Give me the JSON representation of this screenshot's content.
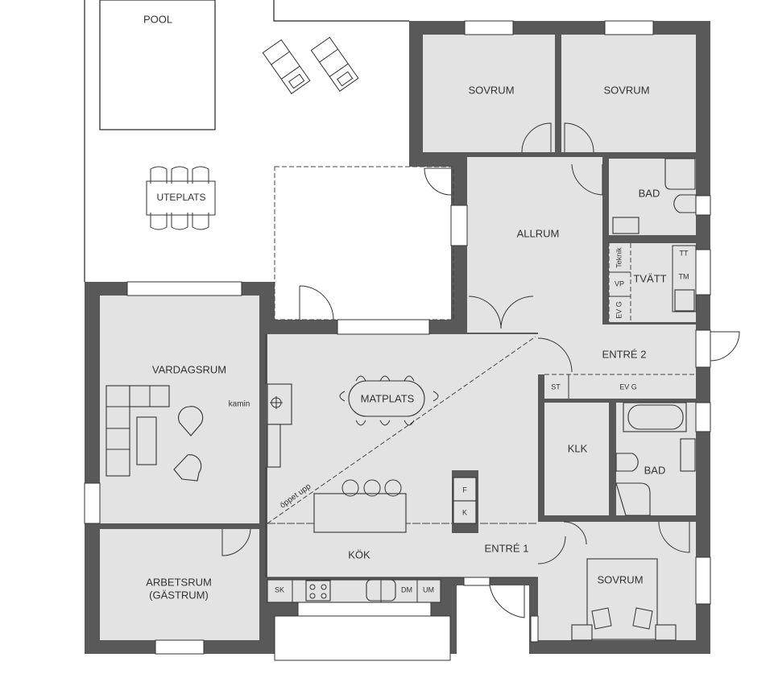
{
  "plan": {
    "colors": {
      "wall": "#595959",
      "floor": "#e3e3e3",
      "outdoor": "#ffffff",
      "text": "#333333"
    },
    "rooms": {
      "pool": "POOL",
      "uteplats": "UTEPLATS",
      "sovrum_1": "SOVRUM",
      "sovrum_2": "SOVRUM",
      "bad_1": "BAD",
      "allrum": "ALLRUM",
      "tvatt": "TVÄTT",
      "vardagsrum": "VARDAGSRUM",
      "matplats": "MATPLATS",
      "entre_2": "ENTRÉ 2",
      "klk": "KLK",
      "bad_2": "BAD",
      "kok": "KÖK",
      "entre_1": "ENTRÉ 1",
      "sovrum_3": "SOVRUM",
      "arbetsrum_line1": "ARBETSRUM",
      "arbetsrum_line2": "(GÄSTRUM)"
    },
    "fixtures": {
      "teknik": "Teknik",
      "vp": "VP",
      "ev_g_vertical": "EV G",
      "tt": "TT",
      "tm": "TM",
      "st": "ST",
      "ev_g": "EV G",
      "kamin": "kamin",
      "oppet_upp": "öppet upp",
      "fridge": "F",
      "freezer": "K",
      "sk": "SK",
      "dm": "DM",
      "um": "UM"
    }
  }
}
